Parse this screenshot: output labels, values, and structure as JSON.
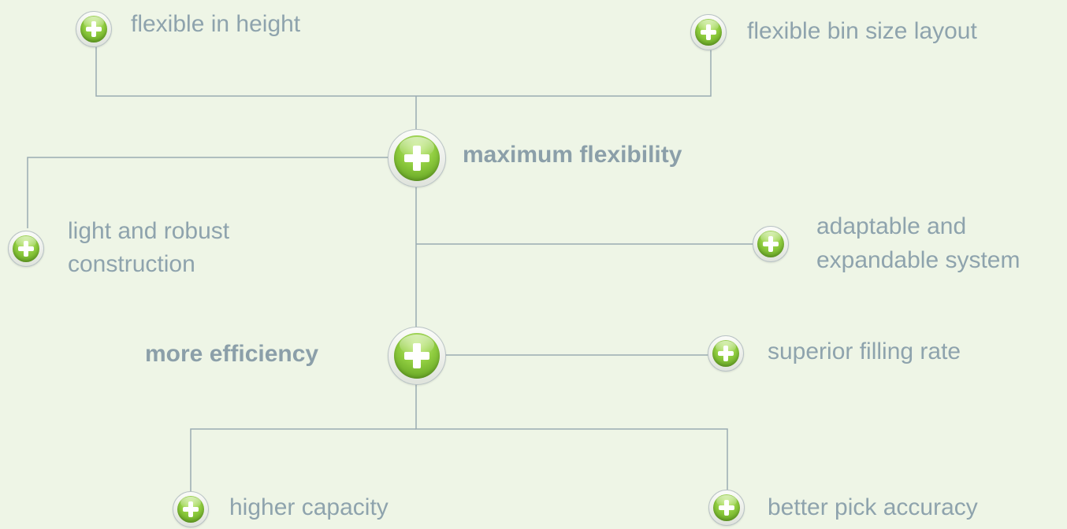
{
  "diagram": {
    "hubs": {
      "flexibility": "maximum flexibility",
      "efficiency": "more efficiency"
    },
    "benefits": {
      "height": "flexible in height",
      "bin_size": "flexible bin size layout",
      "construction_1": "light and robust",
      "construction_2": "construction",
      "system_1": "adaptable and",
      "system_2": "expandable system",
      "filling": "superior filling rate",
      "capacity": "higher capacity",
      "pick": "better pick accuracy"
    },
    "icon": "green-plus-icon",
    "colors": {
      "background": "#eef5e6",
      "connector": "#9aabb2",
      "text": "#8ea3ad",
      "green": "#7cbf35"
    }
  }
}
